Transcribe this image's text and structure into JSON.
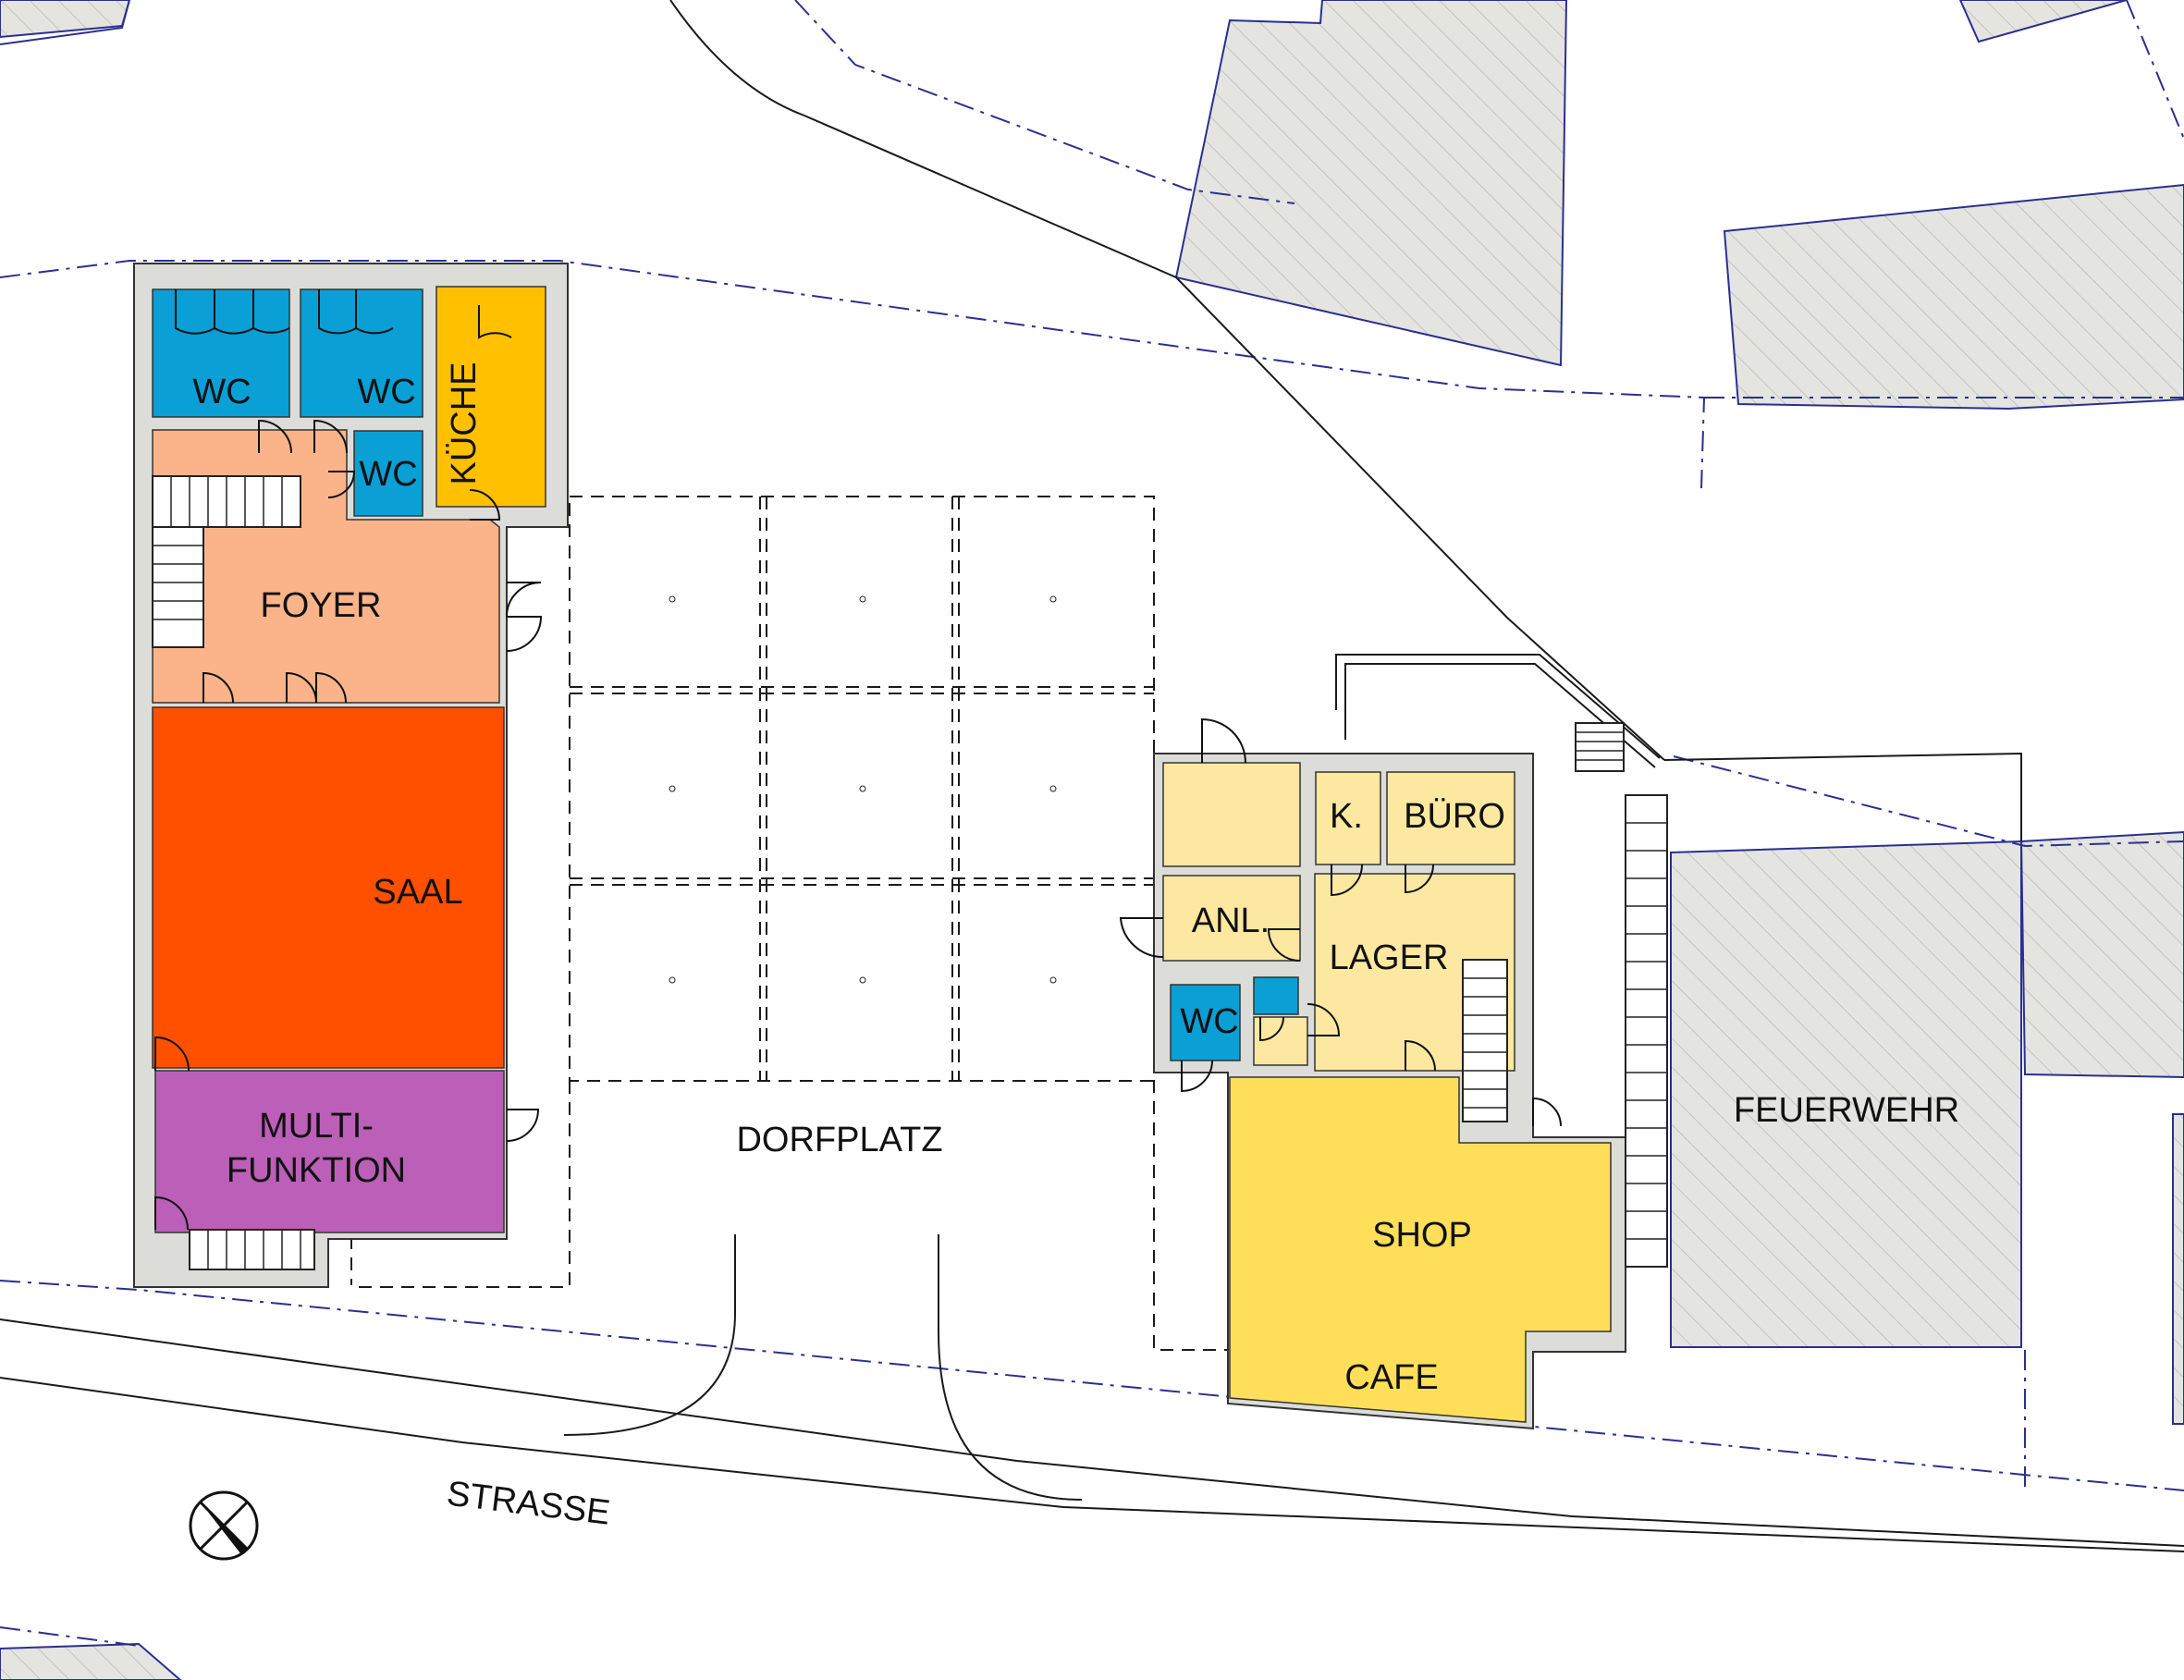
{
  "colors": {
    "wc": "#0a9fd5",
    "kueche": "#ffc000",
    "foyer": "#fbb48a",
    "saal": "#ff5000",
    "multifunktion": "#bb5fb8",
    "service": "#fce8a0",
    "shop": "#ffdf5a",
    "wall": "#dcdcd8",
    "neighbour": "#e4e4e0",
    "boundary": "#2b2f8f"
  },
  "rooms": {
    "wc_1": "WC",
    "wc_2": "WC",
    "wc_3": "WC",
    "kueche": "KÜCHE",
    "foyer": "FOYER",
    "saal": "SAAL",
    "multi_line1": "MULTI-",
    "multi_line2": "FUNKTION",
    "k": "K.",
    "buero": "BÜRO",
    "anl": "ANL.",
    "lager": "LAGER",
    "wc_4": "WC",
    "shop": "SHOP",
    "cafe": "CAFE"
  },
  "site": {
    "dorfplatz": "DORFPLATZ",
    "strasse": "STRASSE",
    "feuerwehr": "FEUERWEHR"
  },
  "icons": {
    "north_arrow": "compass-north-icon"
  }
}
